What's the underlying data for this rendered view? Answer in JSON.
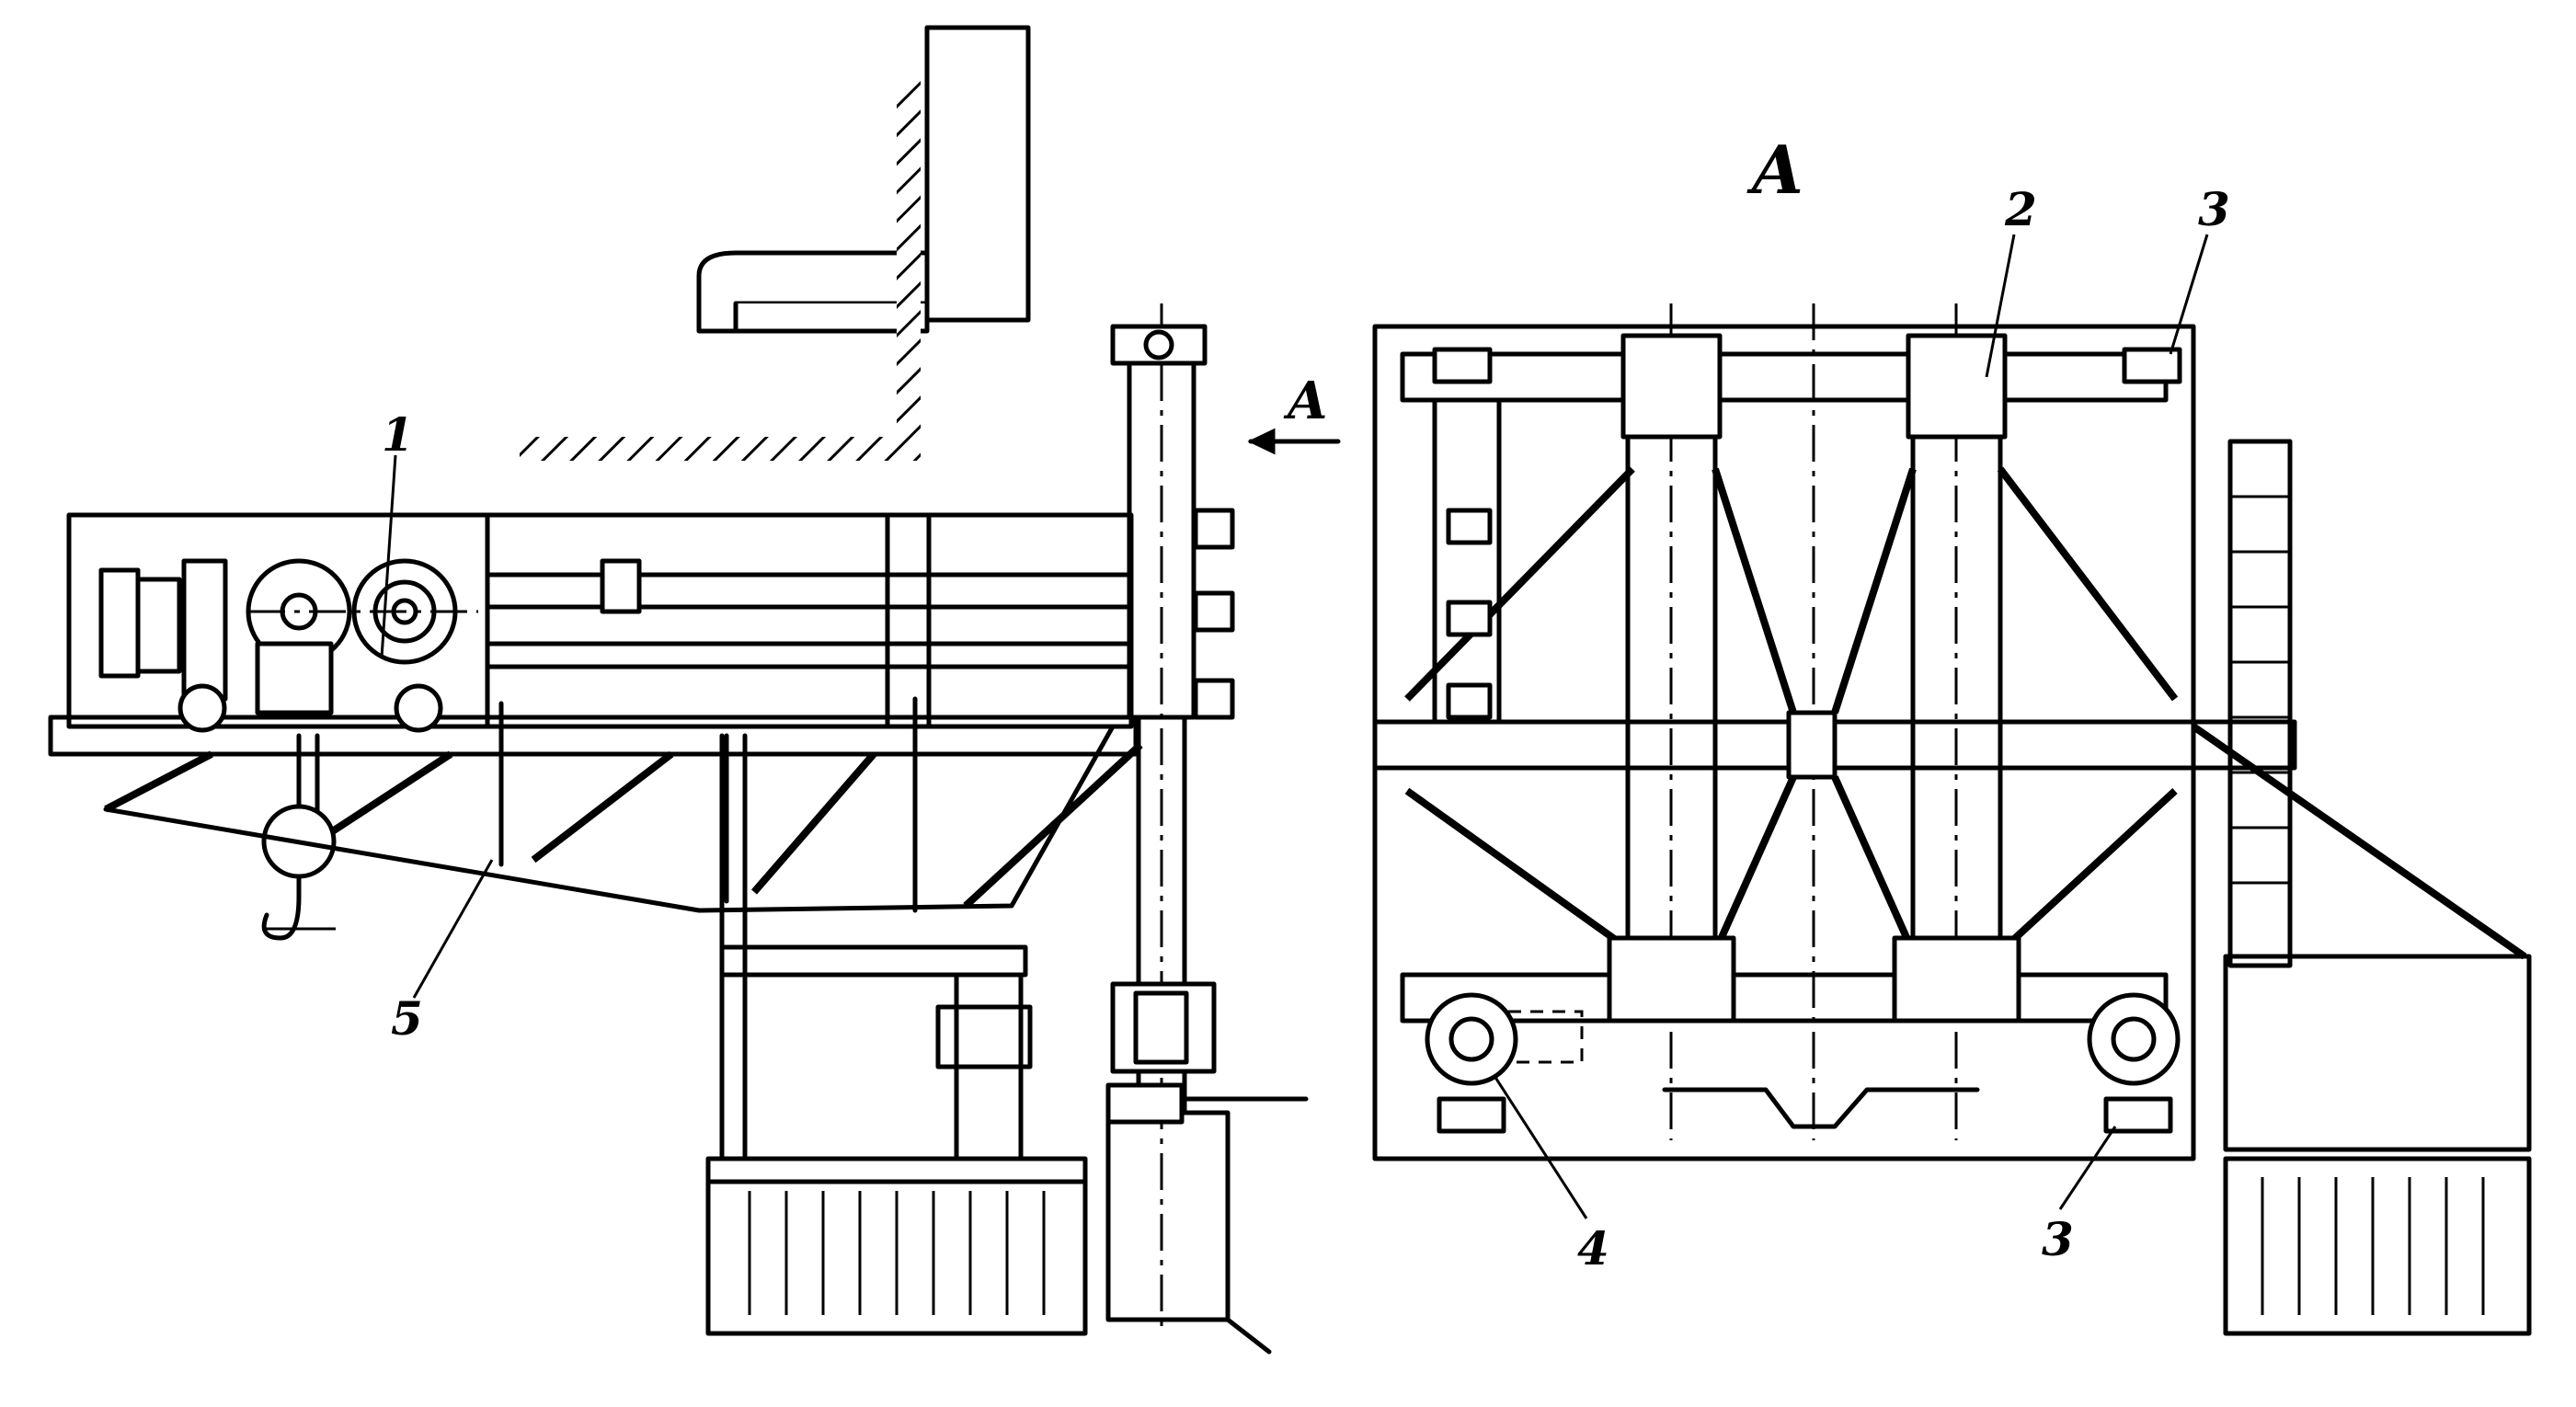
{
  "labels": {
    "view_a_title": "A",
    "arrow_a": "A",
    "callout_1": "1",
    "callout_2": "2",
    "callout_3_top": "3",
    "callout_3_bottom": "3",
    "callout_4": "4",
    "callout_5": "5"
  },
  "colors": {
    "ink": "#000000",
    "paper": "#ffffff"
  }
}
